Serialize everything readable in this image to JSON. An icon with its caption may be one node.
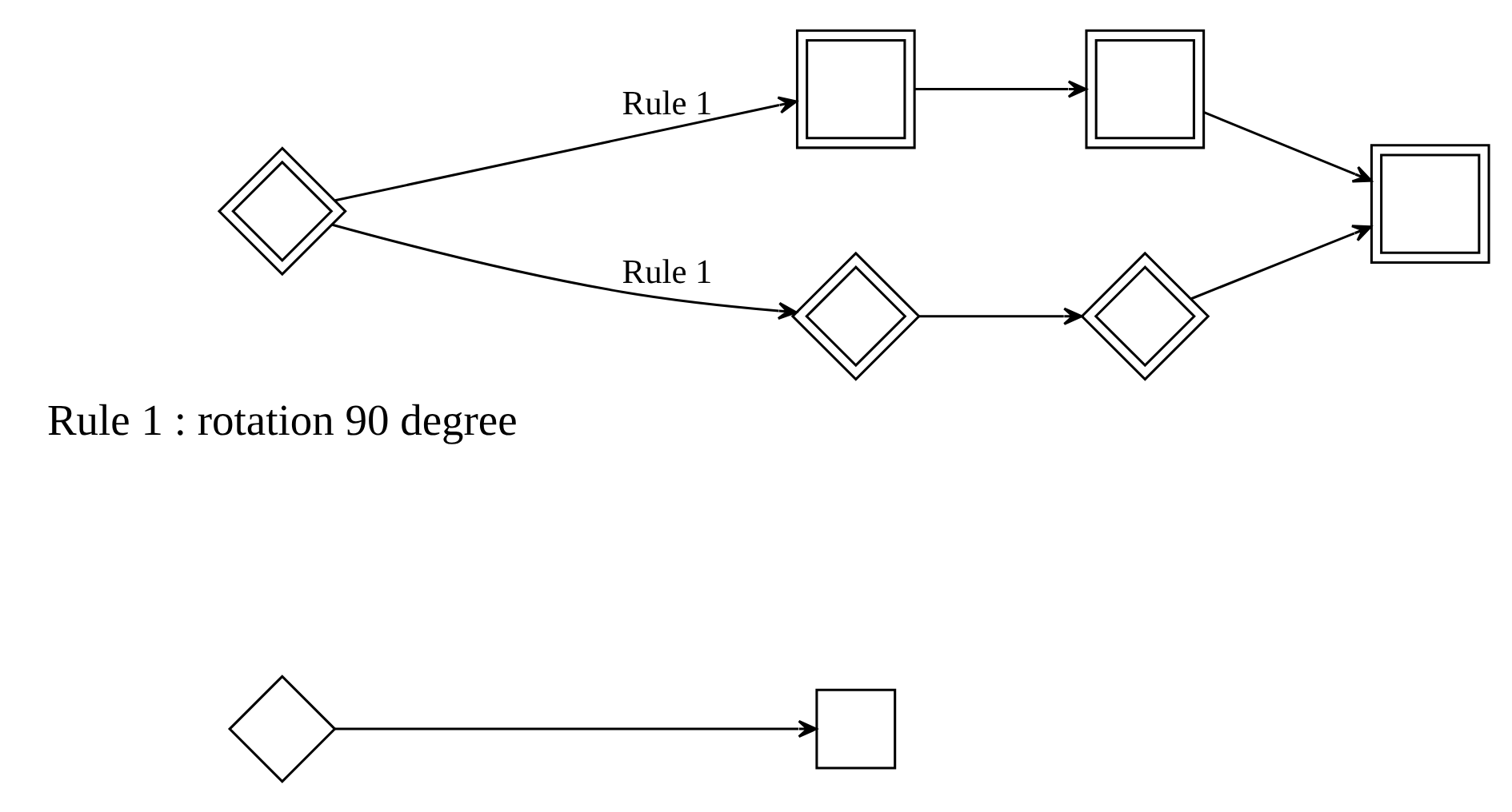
{
  "diagram": {
    "nodes": [
      {
        "text": [],
        "shape": "diamond"
      },
      {
        "text": [],
        "shape": "box"
      },
      {
        "text": [],
        "shape": "diamond"
      },
      {
        "text": [],
        "shape": "box"
      },
      {
        "text": [],
        "shape": "box"
      },
      {
        "text": [],
        "shape": "diamond"
      },
      {
        "text": [],
        "shape": "diamond"
      },
      {
        "text": [],
        "shape": "box"
      }
    ],
    "edges": [
      {
        "from": 0,
        "to": 1,
        "arrow": "to"
      },
      {
        "from": 2,
        "to": 3,
        "arrow": "to",
        "label": "Rule 1"
      },
      {
        "from": 3,
        "to": 4,
        "arrow": "to"
      },
      {
        "from": 4,
        "to": 7,
        "arrow": "to"
      },
      {
        "from": 2,
        "to": 5,
        "arrow": "to",
        "label": "Rule 1"
      },
      {
        "from": 5,
        "to": 6,
        "arrow": "to"
      },
      {
        "from": 6,
        "to": 7,
        "arrow": "to"
      }
    ],
    "labels": [
      "Rule 1 : rotation 90 degree"
    ]
  }
}
